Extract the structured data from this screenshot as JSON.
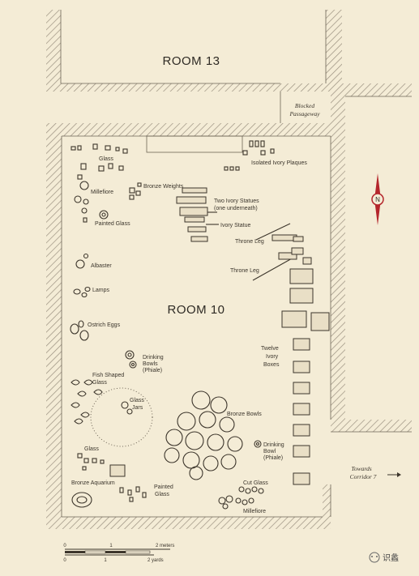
{
  "rooms": {
    "room13": "ROOM 13",
    "room10": "ROOM 10"
  },
  "passage": {
    "line1": "Blocked",
    "line2": "Passageway"
  },
  "corridor": {
    "line1": "Towards",
    "line2": "Corridor 7"
  },
  "compass": "N",
  "labels": {
    "glass_top": "Glass",
    "millefiore_top": "Millefiore",
    "bronze_weights": "Bronze Weights",
    "painted_glass_top": "Painted Glass",
    "ivory_plaques": "Isolated Ivory Plaques",
    "two_statues_1": "Two Ivory Statues",
    "two_statues_2": "(one underneath)",
    "ivory_statue": "Ivory Statue",
    "throne_leg_1": "Throne Leg",
    "throne_leg_2": "Throne Leg",
    "albaster": "Albaster",
    "lamps": "Lamps",
    "ostrich_eggs": "Ostrich Eggs",
    "drinking_bowls_1": "Drinking",
    "drinking_bowls_2": "Bowls",
    "drinking_bowls_3": "(Phiale)",
    "twelve_1": "Twelve",
    "twelve_2": "Ivory",
    "twelve_3": "Boxes",
    "fish_1": "Fish Shaped",
    "fish_2": "Glass",
    "glass_jars_1": "Glass",
    "glass_jars_2": "Jars",
    "bronze_bowls": "Bronze Bowls",
    "drinking_bowl_1": "Drinking",
    "drinking_bowl_2": "Bowl",
    "drinking_bowl_3": "(Phiale)",
    "glass_bottom": "Glass",
    "bronze_aquarium": "Bronze Aquarium",
    "painted_glass_b1": "Painted",
    "painted_glass_b2": "Glass",
    "cut_glass": "Cut Glass",
    "millefiore_bottom": "Millefiore"
  },
  "scale": {
    "m0": "0",
    "m1": "1",
    "m2": "2 meters",
    "y0": "0",
    "y1": "1",
    "y2": "2 yards"
  },
  "watermark": "识蠡"
}
